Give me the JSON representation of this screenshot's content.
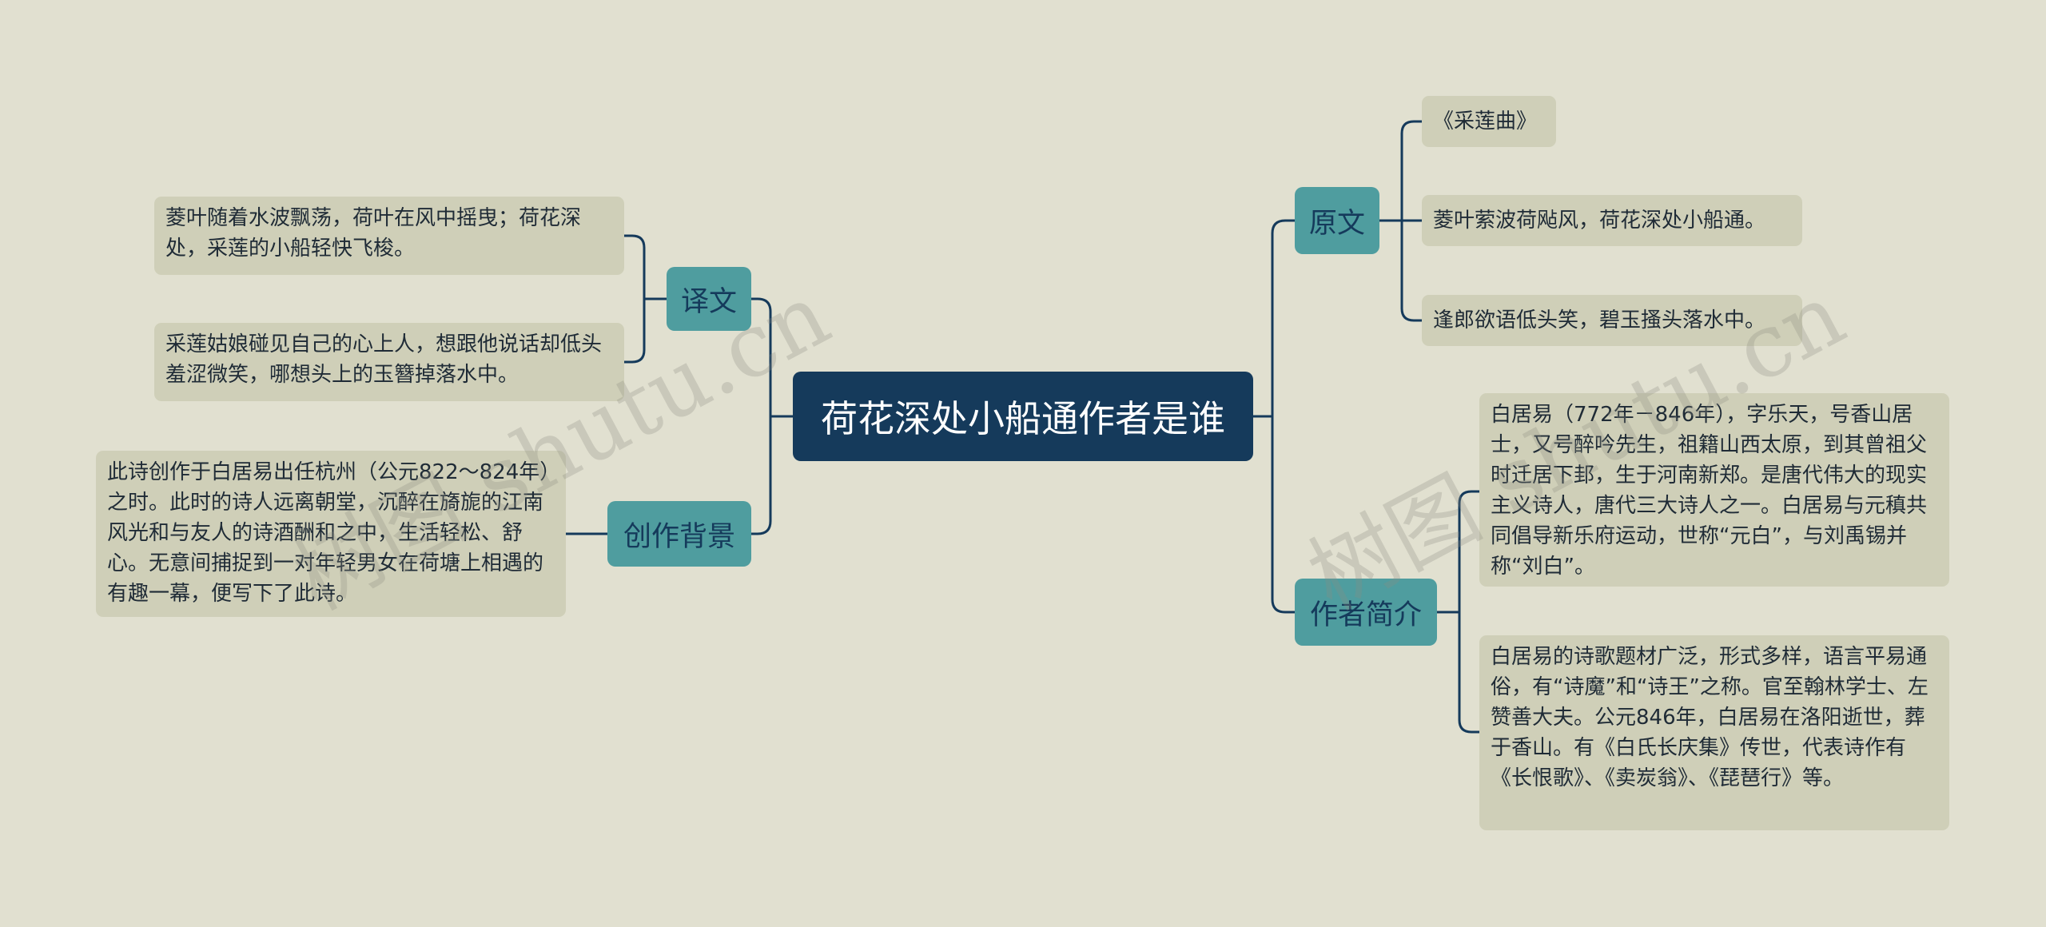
{
  "root": {
    "title": "荷花深处小船通作者是谁"
  },
  "branches": {
    "yiwen": {
      "label": "译文",
      "items": [
        "菱叶随着水波飘荡，荷叶在风中摇曳；荷花深处，采莲的小船轻快飞梭。",
        "采莲姑娘碰见自己的心上人，想跟他说话却低头羞涩微笑，哪想头上的玉簪掉落水中。"
      ]
    },
    "beijing": {
      "label": "创作背景",
      "items": [
        "此诗创作于白居易出任杭州（公元822～824年）之时。此时的诗人远离朝堂，沉醉在旖旎的江南风光和与友人的诗酒酬和之中，生活轻松、舒心。无意间捕捉到一对年轻男女在荷塘上相遇的有趣一幕，便写下了此诗。"
      ]
    },
    "yuanwen": {
      "label": "原文",
      "items": [
        "《采莲曲》",
        "菱叶萦波荷飐风，荷花深处小船通。",
        "逢郎欲语低头笑，碧玉搔头落水中。"
      ]
    },
    "zuozhe": {
      "label": "作者简介",
      "items": [
        "白居易（772年－846年），字乐天，号香山居士，又号醉吟先生，祖籍山西太原，到其曾祖父时迁居下邽，生于河南新郑。是唐代伟大的现实主义诗人，唐代三大诗人之一。白居易与元稹共同倡导新乐府运动，世称“元白”，与刘禹锡并称“刘白”。",
        "白居易的诗歌题材广泛，形式多样，语言平易通俗，有“诗魔”和“诗王”之称。官至翰林学士、左赞善大夫。公元846年，白居易在洛阳逝世，葬于香山。有《白氏长庆集》传世，代表诗作有《长恨歌》、《卖炭翁》、《琵琶行》等。"
      ]
    }
  },
  "watermark": {
    "text": "树图 shutu.cn"
  },
  "colors": {
    "background": "#e1e0d0",
    "root": "#153a5b",
    "branch": "#4f9d9f",
    "leaf": "#cfcfb8",
    "connector": "#153a5b"
  }
}
